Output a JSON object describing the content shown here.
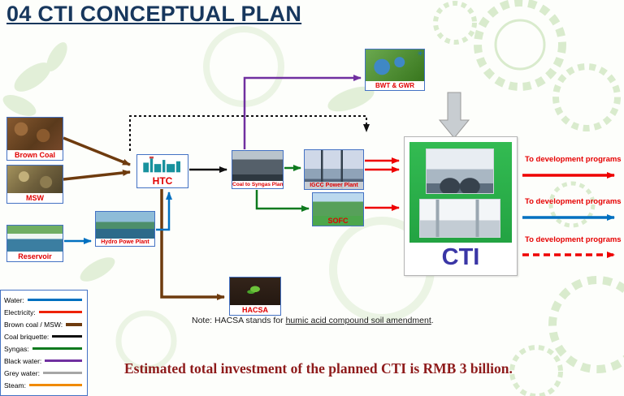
{
  "title": "04 CTI CONCEPTUAL PLAN",
  "colors": {
    "title": "#17375D",
    "node_label_red": "#E00000",
    "node_border_blue": "#4472C4",
    "cti_text": "#3A36A6",
    "footer_text": "#8E1B1B",
    "water": "#0070C0",
    "electricity": "#EE2200",
    "brown_coal_msw": "#6E3B0E",
    "coal_briquette": "#111111",
    "syngas": "#0E7A1E",
    "black_water": "#7030A0",
    "grey_water": "#A6A6A6",
    "steam": "#F08A00"
  },
  "nodes": {
    "brown_coal": {
      "label": "Brown Coal"
    },
    "msw": {
      "label": "MSW"
    },
    "reservoir": {
      "label": "Reservoir"
    },
    "htc": {
      "label": "HTC"
    },
    "hydro": {
      "label": "Hydro Powe Plant"
    },
    "syngas_plant": {
      "label": "Coal to Syngas Plant"
    },
    "igcc": {
      "label": "IGCC Power Plant"
    },
    "sofc": {
      "label": "SOFC"
    },
    "bwt": {
      "label": "BWT & GWR"
    },
    "hacsa": {
      "label": "HACSA"
    },
    "cti": {
      "label": "CTI"
    }
  },
  "outputs": [
    {
      "label": "To development programs",
      "color": "#EE0000",
      "style": "solid"
    },
    {
      "label": "To development programs",
      "color": "#0070C0",
      "style": "solid"
    },
    {
      "label": "To development programs",
      "color": "#EE0000",
      "style": "dashed"
    }
  ],
  "legend": {
    "items": [
      {
        "label": "Water:",
        "color": "#0070C0"
      },
      {
        "label": "Electricity:",
        "color": "#EE2200"
      },
      {
        "label": "Brown coal / MSW:",
        "color": "#6E3B0E"
      },
      {
        "label": "Coal briquette:",
        "color": "#111111"
      },
      {
        "label": "Syngas:",
        "color": "#0E7A1E"
      },
      {
        "label": "Black water:",
        "color": "#7030A0"
      },
      {
        "label": "Grey water:",
        "color": "#A6A6A6"
      },
      {
        "label": "Steam:",
        "color": "#F08A00"
      }
    ]
  },
  "note": {
    "prefix": "Note: HACSA stands for ",
    "underlined": "humic acid compound soil amendment",
    "suffix": "."
  },
  "footer": "Estimated total investment of the planned CTI  is RMB 3 billion."
}
